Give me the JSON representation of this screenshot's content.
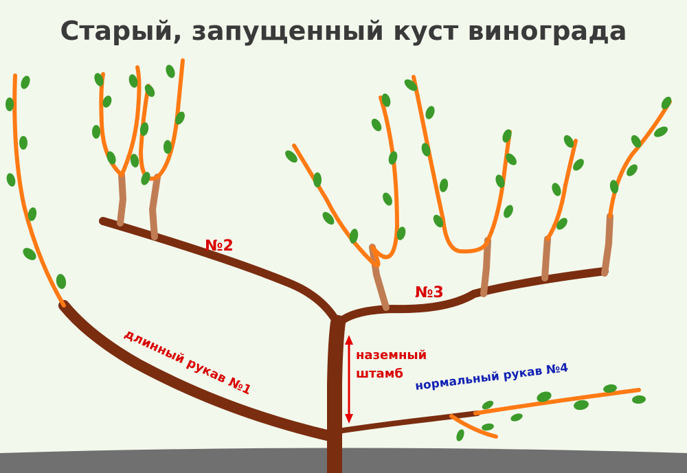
{
  "title": "Старый, запущенный куст винограда",
  "labels": {
    "arm2": "№2",
    "arm3": "№3",
    "arm1": "длинный рукав №1",
    "stem_line1": "наземный",
    "stem_line2": "штамб",
    "arm4": "нормальный рукав №4"
  },
  "colors": {
    "background": "#f3f8ec",
    "ground": "#707070",
    "wood": "#7b2d10",
    "old_shoot_base": "#c07d54",
    "shoot": "#ff7a14",
    "leaf": "#3b9a2a",
    "label_red": "#d80000",
    "label_blue": "#1222b4",
    "arrow": "#e80000"
  }
}
